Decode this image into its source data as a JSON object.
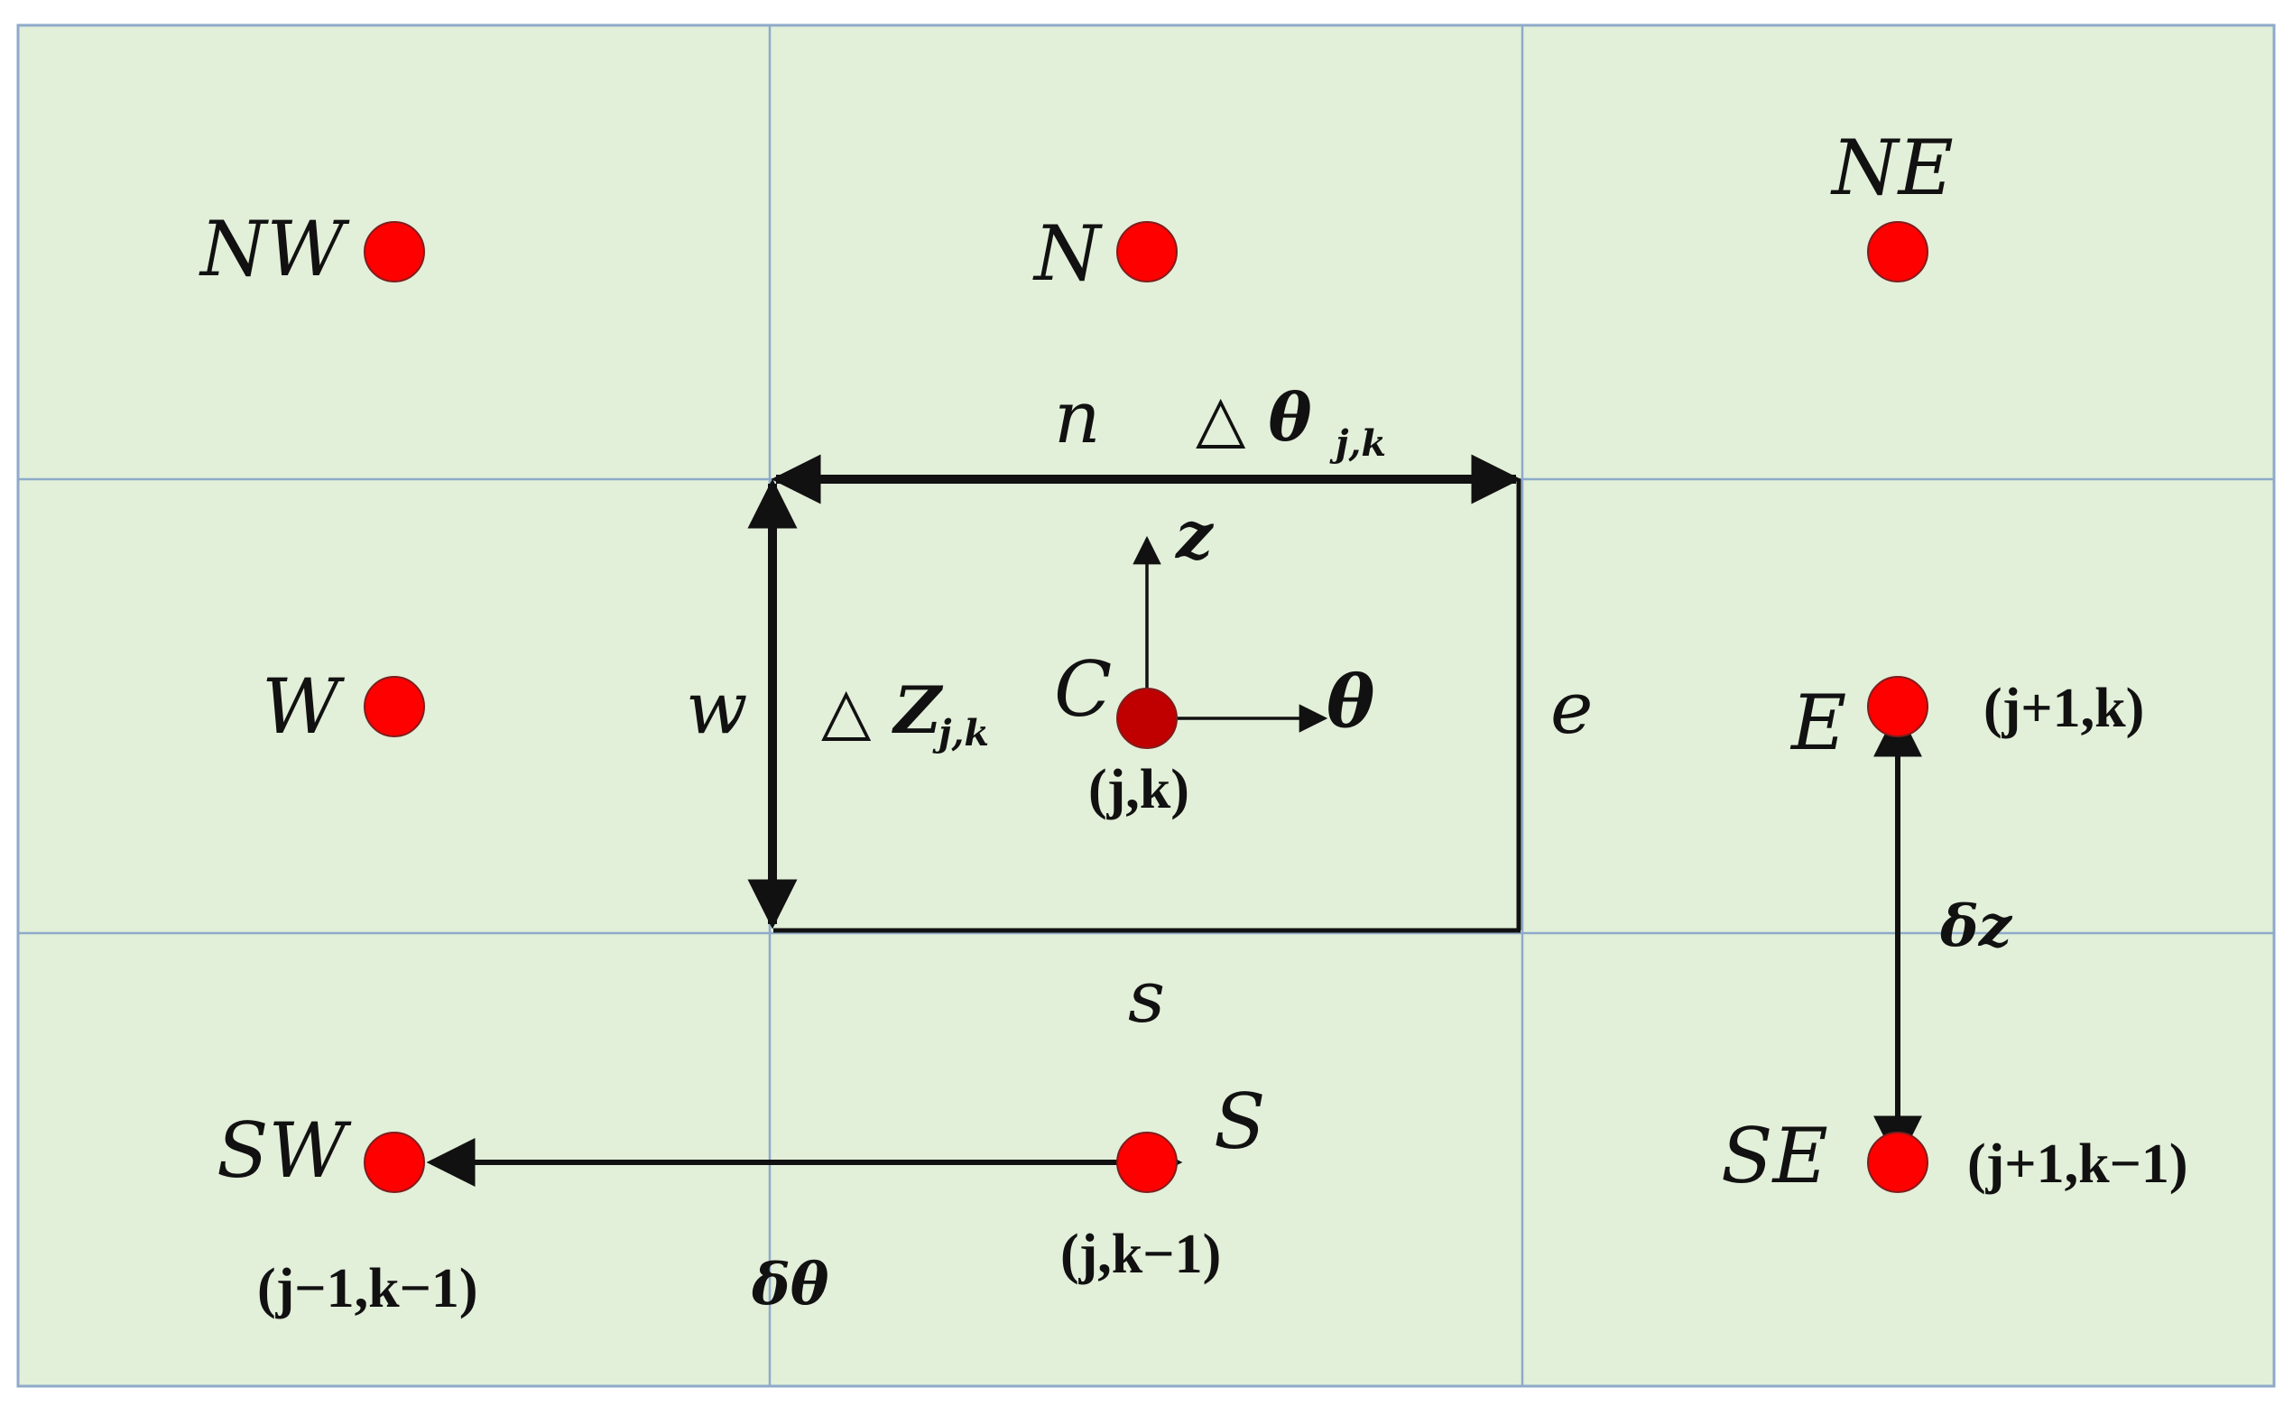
{
  "diagram": {
    "colors": {
      "background": "#e2efd9",
      "grid_line": "#8eaac9",
      "border": "#8eaac9",
      "node": "#ff0000",
      "center_node": "#c00000",
      "arrow": "#111111"
    },
    "nodes": {
      "nw": "NW",
      "n": "N",
      "ne": "NE",
      "w": "W",
      "c": "C",
      "e": "E",
      "sw": "SW",
      "s": "S",
      "se": "SE"
    },
    "faces": {
      "north": "n",
      "south": "s",
      "west": "w",
      "east": "e"
    },
    "coords": {
      "center": "(j,k)",
      "east": "(j+1,k)",
      "south": "(j,k−1)",
      "southwest": "(j−1,k−1)",
      "southeast": "(j+1,k−1)"
    },
    "axes": {
      "z": "z",
      "theta": "θ"
    },
    "deltas": {
      "dtheta_main": "△ θ",
      "dtheta_sub": "j,k",
      "dz_main": "△ Z",
      "dz_sub": "j,k",
      "small_dtheta": "δθ",
      "small_dz": "δz"
    }
  }
}
